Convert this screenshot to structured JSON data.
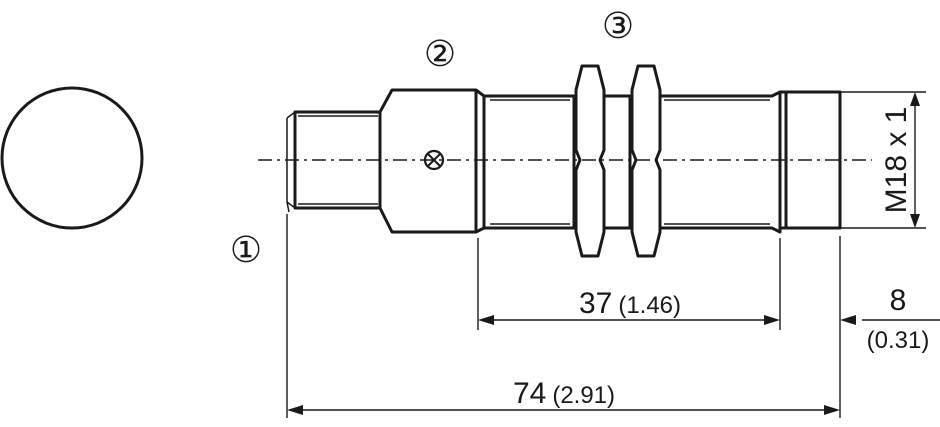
{
  "callouts": {
    "c1": "①",
    "c2": "②",
    "c3": "③"
  },
  "dimensions": {
    "d37": {
      "value": "37",
      "inch": "(1.46)"
    },
    "d8": {
      "value": "8",
      "inch": "(0.31)"
    },
    "d74": {
      "value": "74",
      "inch": "(2.91)"
    },
    "thread": "M18 x 1"
  },
  "colors": {
    "line": "#1a1a1a",
    "background": "#ffffff"
  },
  "icons": {
    "led": "crossed-circle-icon"
  }
}
